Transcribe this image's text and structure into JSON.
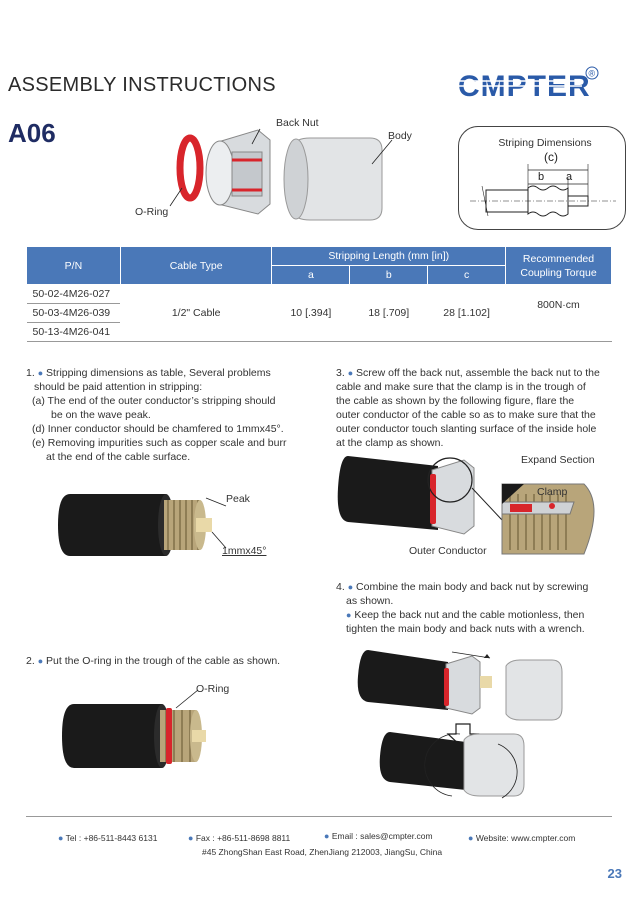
{
  "header": {
    "title": "ASSEMBLY INSTRUCTIONS",
    "code": "A06",
    "logo_text": "CMPTER",
    "logo_registered": "®"
  },
  "figure_top": {
    "back_nut": "Back Nut",
    "body": "Body",
    "o_ring": "O-Ring",
    "callout_title": "Striping Dimensions",
    "callout_c": "(c)",
    "callout_b": "b",
    "callout_a": "a"
  },
  "table": {
    "h_pn": "P/N",
    "h_cable": "Cable Type",
    "h_strip": "Stripping Length (mm [in])",
    "h_a": "a",
    "h_b": "b",
    "h_c": "c",
    "h_torque": "Recommended Coupling Torque",
    "pn": [
      "50-02-4M26-027",
      "50-03-4M26-039",
      "50-13-4M26-041"
    ],
    "cable": "1/2\" Cable",
    "a": "10 [.394]",
    "b": "18 [.709]",
    "c": "28 [1.102]",
    "torque": "800N·cm"
  },
  "step1": {
    "num": "1.",
    "lines": [
      "Stripping dimensions as table, Several problems",
      "should be paid attention in stripping:",
      "(a) The end of the outer conductor’s stripping should",
      "be on the wave peak.",
      "(d) Inner conductor should be chamfered to 1mmx45°.",
      "(e) Removing impurities such as copper scale and burr",
      "at the end of the cable surface."
    ],
    "peak": "Peak",
    "chamfer": "1mmx45°"
  },
  "step2": {
    "num": "2.",
    "text": "Put the O-ring in the trough of the cable as shown.",
    "o_ring": "O-Ring"
  },
  "step3": {
    "num": "3.",
    "lines": [
      "Screw off the back nut, assemble the back nut to the",
      "cable and make sure that the clamp is in the trough of",
      "the cable as shown by the following figure, flare the",
      "outer conductor of the cable so as to make sure that the",
      "outer conductor touch slanting surface of the inside hole",
      "at the clamp as shown."
    ],
    "expand": "Expand Section",
    "clamp": "Clamp",
    "outer": "Outer Conductor"
  },
  "step4": {
    "num": "4.",
    "line1": "Combine the main body and back nut by screwing",
    "line2": "as shown.",
    "line3": "Keep the back nut and the cable motionless, then",
    "line4": "tighten the main body and back nuts with a wrench."
  },
  "footer": {
    "tel": "Tel : +86-511-8443 6131",
    "fax": "Fax : +86-511-8698 8811",
    "email": "Email : sales@cmpter.com",
    "website": "Website:  www.cmpter.com",
    "address": "#45 ZhongShan East Road, ZhenJiang  212003, JiangSu, China",
    "page": "23"
  },
  "colors": {
    "accent": "#4a78b8",
    "logo": "#2a5aa8",
    "oring": "#d8252b",
    "cable": "#1a1a1a",
    "metal": "#c8ccd0"
  }
}
